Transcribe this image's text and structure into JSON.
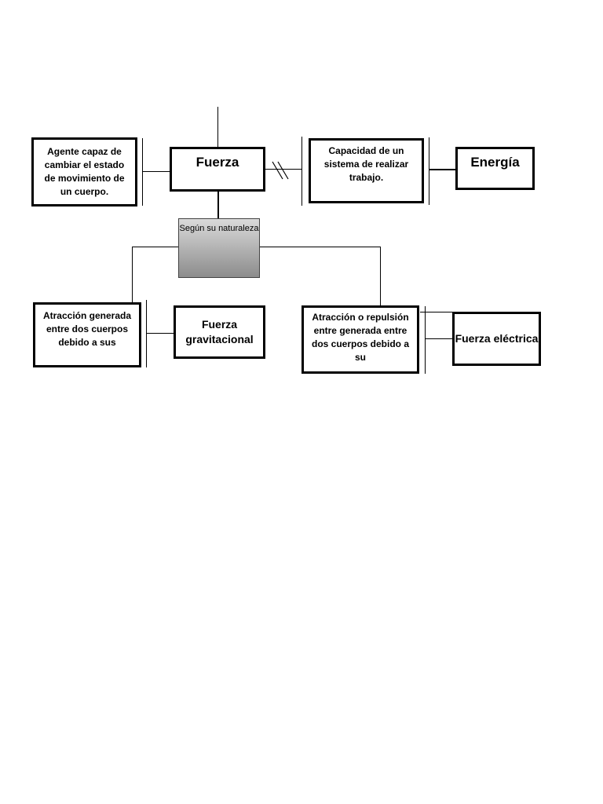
{
  "nodes": {
    "fuerza": "Fuerza",
    "fuerza_def": "Agente capaz de cambiar el estado de movimiento de un cuerpo.",
    "energia": "Energía",
    "energia_def": "Capacidad de un sistema de realizar trabajo.",
    "segun": "Según su naturaleza",
    "grav_def": "Atracción generada entre dos cuerpos debido a sus",
    "grav": "Fuerza gravitacional",
    "elec_def": "Atracción o repulsión entre generada entre dos cuerpos debido a su",
    "elec": "Fuerza eléctrica"
  }
}
